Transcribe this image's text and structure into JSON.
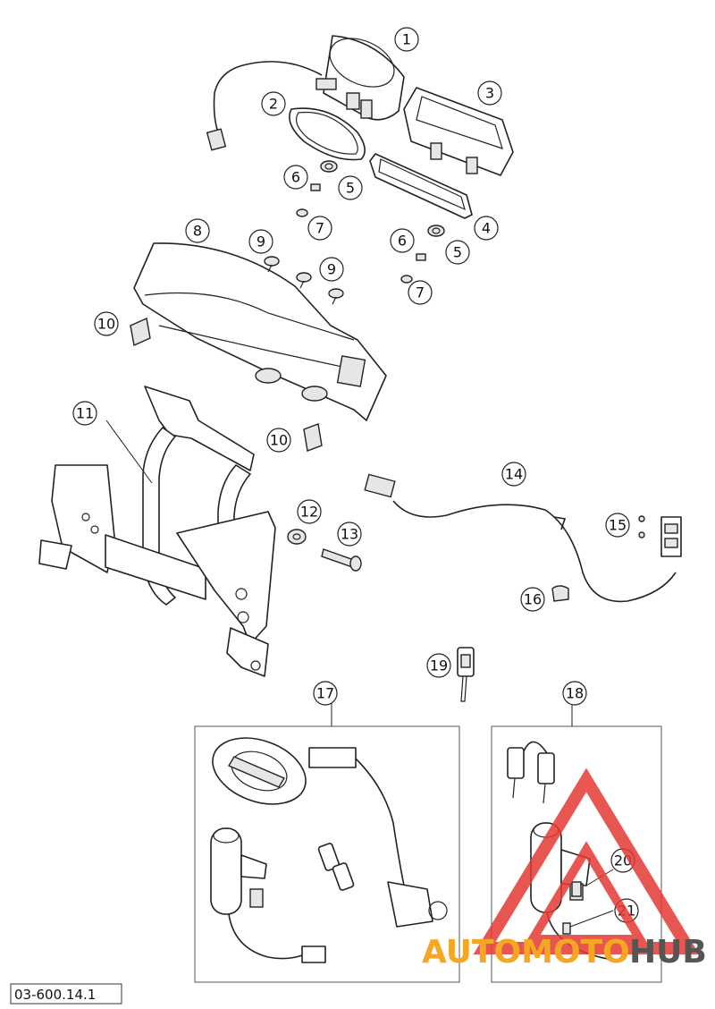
{
  "reference_code": "03-600.14.1",
  "callouts": [
    "1",
    "2",
    "3",
    "4",
    "5",
    "6",
    "7",
    "8",
    "9",
    "10",
    "11",
    "12",
    "13",
    "14",
    "15",
    "16",
    "17",
    "18",
    "19",
    "20",
    "21"
  ],
  "watermark": {
    "part1": "AUTOMOTO",
    "part2": "HUB",
    "color1": "#f5a623",
    "color2": "#555555",
    "logo_color": "#e53935"
  },
  "colors": {
    "line": "#222222",
    "fill_shade": "#e6e6e6"
  }
}
